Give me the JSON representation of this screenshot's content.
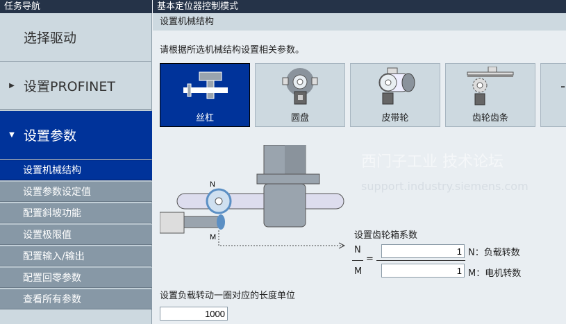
{
  "header": {
    "nav_title": "任务导航",
    "main_title": "基本定位器控制模式"
  },
  "sidebar": {
    "sections": [
      {
        "label": "选择驱动"
      },
      {
        "label": "设置PROFINET"
      },
      {
        "label": "设置参数"
      }
    ],
    "items": [
      {
        "label": "设置机械结构"
      },
      {
        "label": "设置参数设定值"
      },
      {
        "label": "配置斜坡功能"
      },
      {
        "label": "设置极限值"
      },
      {
        "label": "配置输入/输出"
      },
      {
        "label": "配置回零参数"
      },
      {
        "label": "查看所有参数"
      }
    ]
  },
  "main": {
    "section_title": "设置机械结构",
    "instruction": "请根据所选机械结构设置相关参数。",
    "mechanisms": [
      {
        "label": "丝杠"
      },
      {
        "label": "圆盘"
      },
      {
        "label": "皮带轮"
      },
      {
        "label": "齿轮齿条"
      }
    ],
    "diagram": {
      "n_label": "N",
      "m_label": "M"
    },
    "gearbox": {
      "title": "设置齿轮箱系数",
      "n": "N",
      "m": "M",
      "eq": "=",
      "n_value": "1",
      "m_value": "1",
      "n_desc": "N：负载转数",
      "m_desc": "M：电机转数"
    },
    "length_unit": {
      "label": "设置负载转动一圈对应的长度单位",
      "value": "1000"
    }
  },
  "watermark": {
    "text1": "西门子工业 技术论坛",
    "text2": "support.industry.siemens.com"
  },
  "colors": {
    "accent": "#00339a",
    "header": "#253348"
  }
}
